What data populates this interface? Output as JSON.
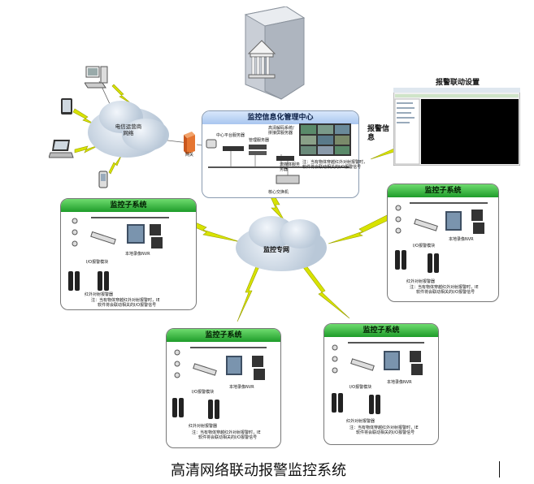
{
  "center": {
    "title": "监控信息化管理中心",
    "central_platform_server": "中心平台服务器",
    "management_server": "管理服务器",
    "hd_decode_wall": "高清解码系统/",
    "hd_decode_wall_2": "拼接屏服务器",
    "streaming_server": "流媒体服务",
    "streaming_server_2": "务器",
    "note_line1": "注：当有物体穿越红外对射报警时，",
    "note_line2": "软件将会联动相关的I/O报警信号",
    "core_switch": "核心交换机"
  },
  "gateway": "网关",
  "telecom_cloud": [
    "电信运营商",
    "网络"
  ],
  "monitor_net": "监控专网",
  "alarm_info": [
    "报警信",
    "息"
  ],
  "alarm_linkage_title": "报警联动设置",
  "subsystem": {
    "title": "监控子系统",
    "local_nvr": "本地录像NVR",
    "io_module": "I/O报警模块",
    "infrared": "红外对射报警器",
    "note_line1": "注：当有物体穿越红外对射报警时，IE",
    "note_line2": "软件将会联动相关的I/O报警信号"
  },
  "caption": "高清网络联动报警监控系统",
  "colors": {
    "center_header": "#a9c6ef",
    "sub_header": "#1e9c2a",
    "lightning": "#d8e300"
  }
}
